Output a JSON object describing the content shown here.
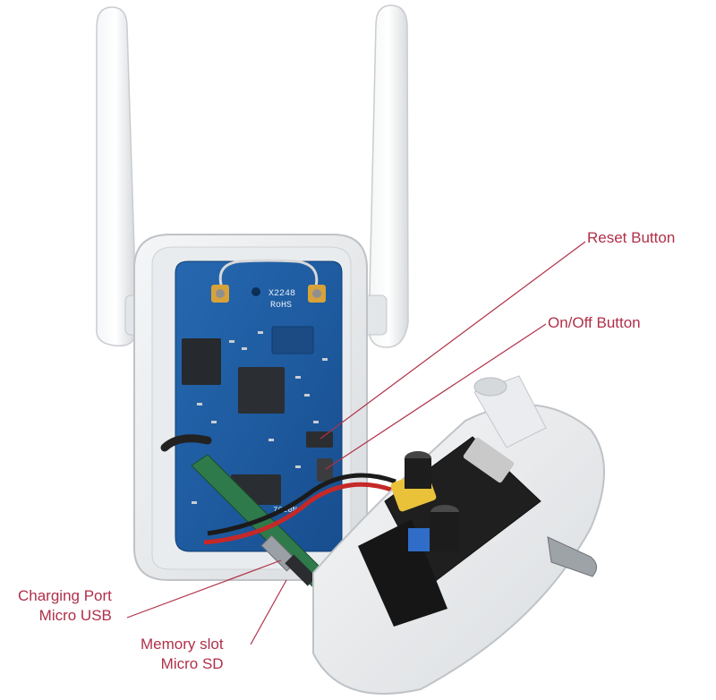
{
  "colors": {
    "accent": "#b03048",
    "pcb_blue": "#1f5aa0",
    "housing_white": "#eceff1"
  },
  "board_markings": {
    "line1": "X2248",
    "line2": "RoHS",
    "chip_text": "7620N"
  },
  "callouts": {
    "reset": {
      "line1": "Reset Button"
    },
    "onoff": {
      "line1": "On/Off Button"
    },
    "charging": {
      "line1": "Charging Port",
      "line2": "Micro USB"
    },
    "memory": {
      "line1": "Memory slot",
      "line2": "Micro SD"
    }
  }
}
